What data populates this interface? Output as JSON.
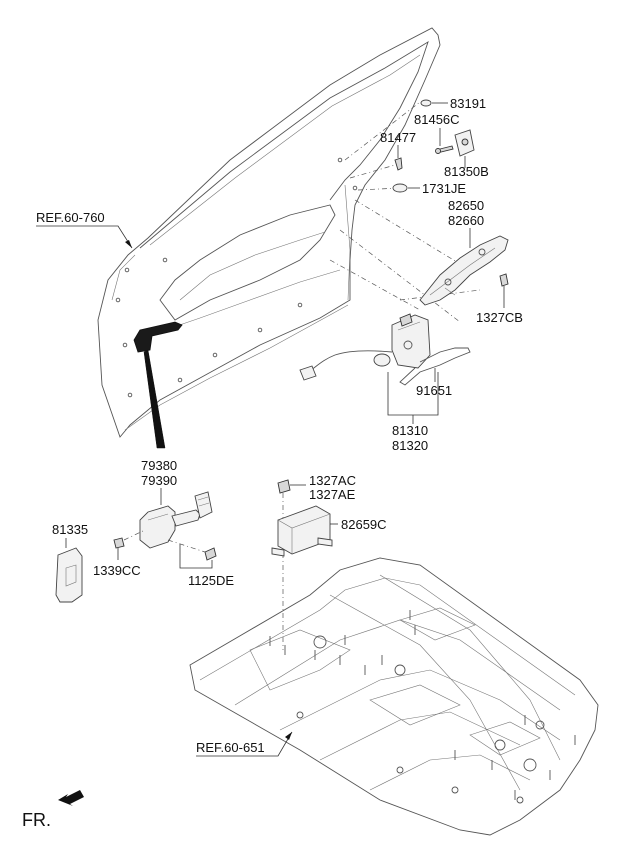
{
  "labels": {
    "ref_door": "REF.60-760",
    "p83191": "83191",
    "p81456c": "81456C",
    "p81477": "81477",
    "p81350b": "81350B",
    "p1731je": "1731JE",
    "p82650": "82650",
    "p82660": "82660",
    "p1327cb": "1327CB",
    "p91651": "91651",
    "p81310": "81310",
    "p81320": "81320",
    "p79380": "79380",
    "p79390": "79390",
    "p81335": "81335",
    "p1339cc": "1339CC",
    "p1125de": "1125DE",
    "p1327ac": "1327AC",
    "p1327ae": "1327AE",
    "p82659c": "82659C",
    "ref_floor": "REF.60-651",
    "fr": "FR."
  },
  "colors": {
    "line": "#333333",
    "label": "#111111",
    "part_fill": "#f2f2f2",
    "part_dark": "#1a1a1a",
    "background": "#ffffff"
  },
  "icons": {
    "front_arrow": "front-direction-arrow-icon"
  }
}
